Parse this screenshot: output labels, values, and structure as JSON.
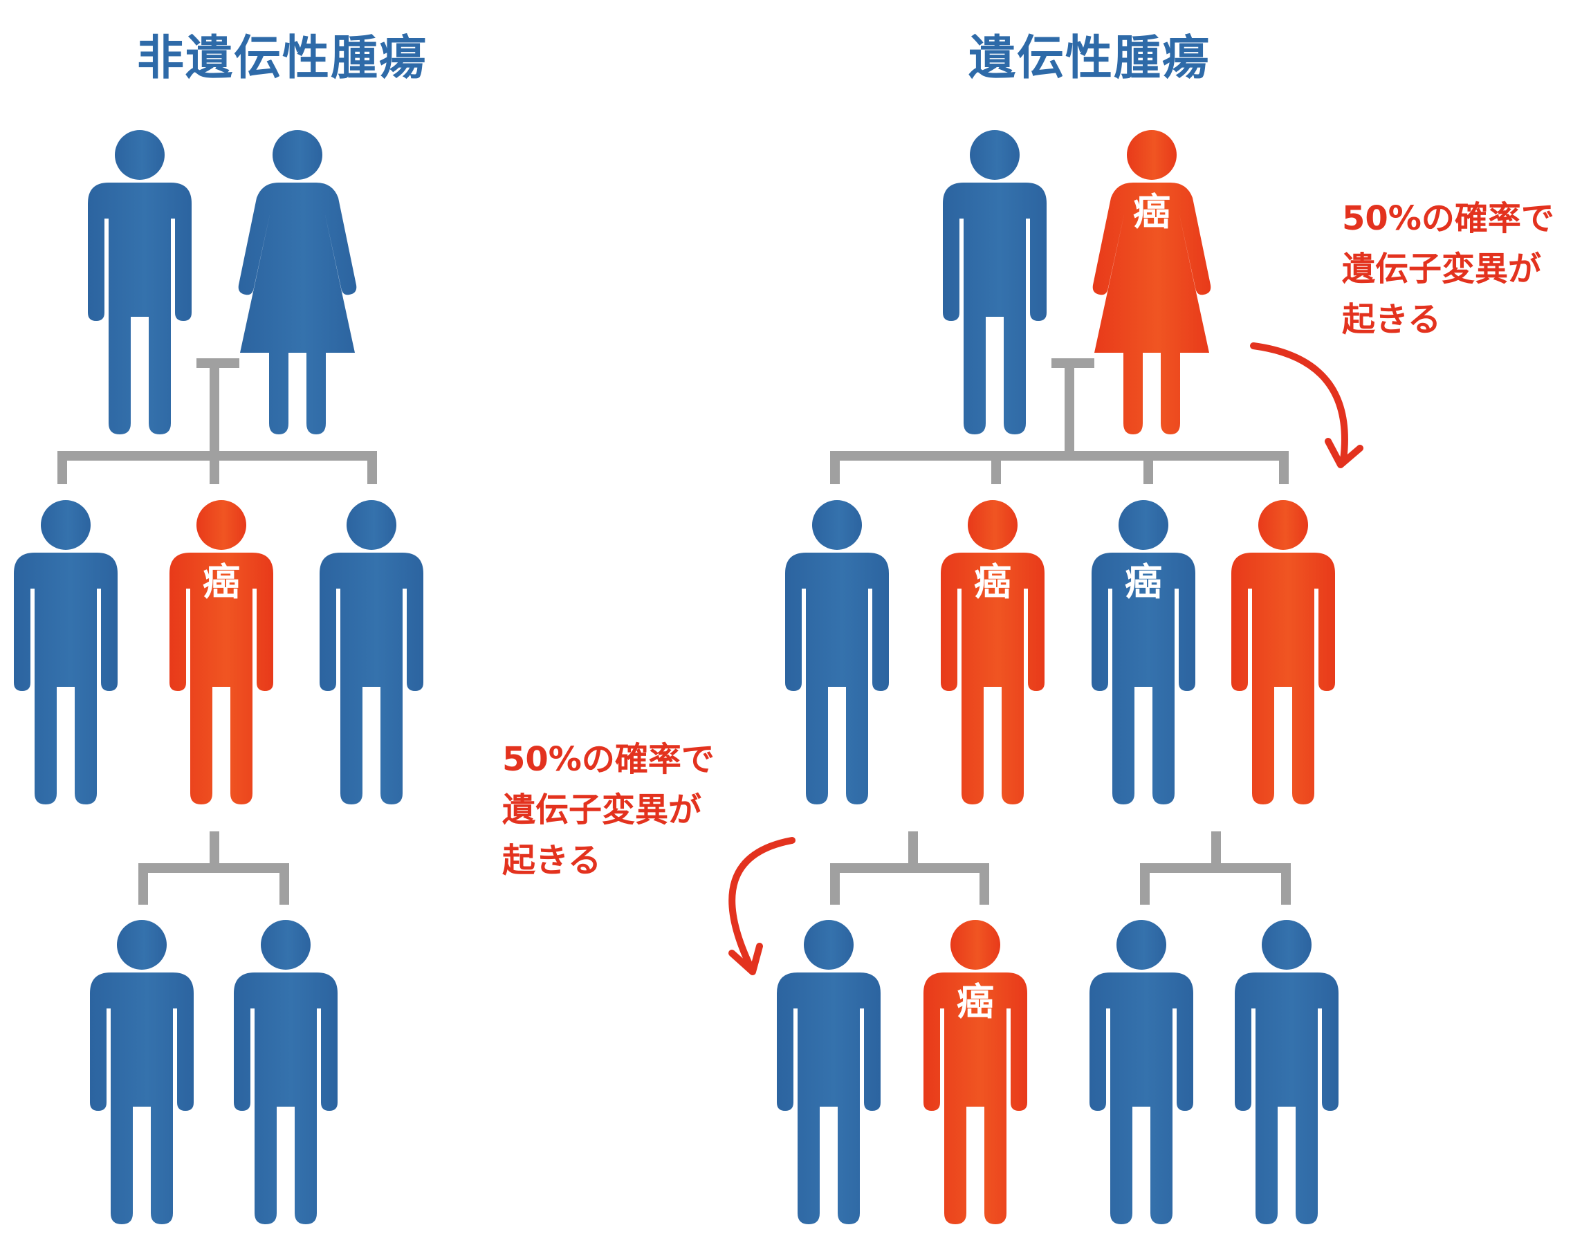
{
  "headings": {
    "non_hereditary": "非遺伝性腫瘍",
    "hereditary": "遺伝性腫瘍"
  },
  "cancer_label": "癌",
  "notes": {
    "top_right": [
      "50%の確率で",
      "遺伝子変異が",
      "起きる"
    ],
    "middle": [
      "50%の確率で",
      "遺伝子変異が",
      "起きる"
    ]
  },
  "colors": {
    "heading_blue": "#2e6aa8",
    "figure_blue": "#2c64a0",
    "figure_red": "#e83a1a",
    "note_red": "#e3321e",
    "connector_gray": "#a0a0a0"
  },
  "icons": {
    "male_figure": "male-person-icon",
    "female_figure": "female-person-icon",
    "arrow": "curved-arrow-icon"
  }
}
